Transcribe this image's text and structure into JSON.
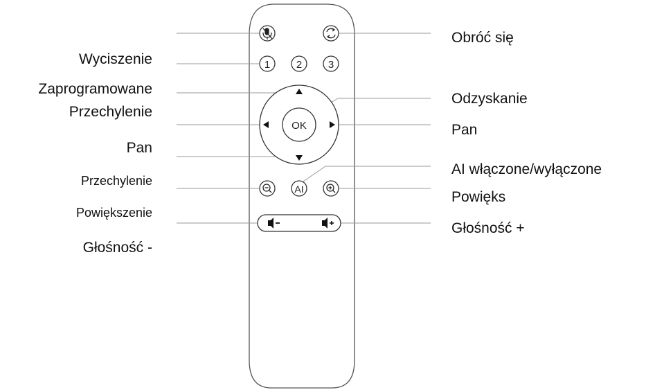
{
  "labels_left": [
    {
      "id": "wyciszenie",
      "text": "Wyciszenie"
    },
    {
      "id": "zaprogramowane",
      "text": "Zaprogramowane"
    },
    {
      "id": "przechylenie-up",
      "text": "Przechylenie"
    },
    {
      "id": "pan-left",
      "text": "Pan"
    },
    {
      "id": "przechylenie-down",
      "text": "Przechylenie"
    },
    {
      "id": "powiekszenie",
      "text": "Powiększenie"
    },
    {
      "id": "glosnosc-minus",
      "text": "Głośność -"
    }
  ],
  "labels_right": [
    {
      "id": "obroc",
      "text": "Obróć się"
    },
    {
      "id": "odzyskanie",
      "text": "Odzyskanie"
    },
    {
      "id": "pan-right",
      "text": "Pan"
    },
    {
      "id": "ai",
      "text": "AI włączone/wyłączone"
    },
    {
      "id": "powieks",
      "text": "Powięks"
    },
    {
      "id": "glosnosc-plus",
      "text": "Głośność +"
    }
  ],
  "buttons": {
    "preset_1": "1",
    "preset_2": "2",
    "preset_3": "3",
    "ok": "OK",
    "ai": "AI"
  }
}
